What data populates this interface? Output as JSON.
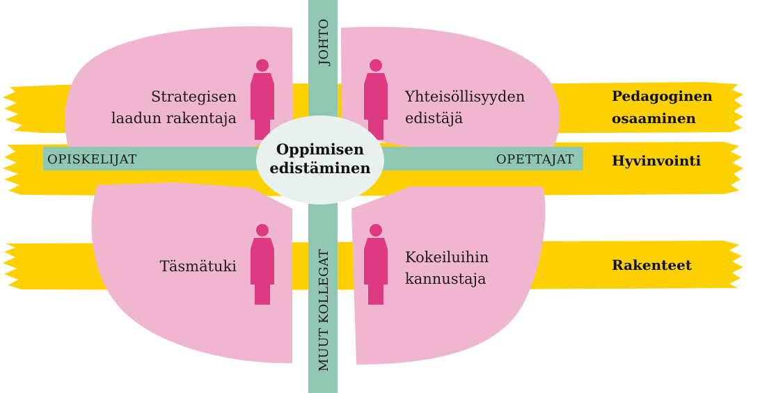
{
  "colors": {
    "theme_band": "#fdd000",
    "axis_bar": "#8fc7b2",
    "petal": "#f0b6cf",
    "person": "#de3a83",
    "center": "#e9f1ef",
    "text": "#1a1a1a"
  },
  "center": {
    "line1": "Oppimisen",
    "line2": "edistäminen"
  },
  "axes": {
    "top": "JOHTO",
    "bottom": "MUUT KOLLEGAT",
    "left": "OPISKELIJAT",
    "right": "OPETTAJAT"
  },
  "roles": {
    "top_left": {
      "line1": "Strategisen",
      "line2": "laadun rakentaja",
      "icon": "person-icon"
    },
    "top_right": {
      "line1": "Yhteisöllisyyden",
      "line2": "edistäjä",
      "icon": "person-icon"
    },
    "bottom_left": {
      "line1": "Täsmätuki",
      "icon": "person-icon"
    },
    "bottom_right": {
      "line1": "Kokeiluihin",
      "line2": "kannustaja",
      "icon": "person-icon"
    }
  },
  "themes": {
    "pedagogical_line1": "Pedagoginen",
    "pedagogical_line2": "osaaminen",
    "wellbeing": "Hyvinvointi",
    "structures": "Rakenteet"
  }
}
